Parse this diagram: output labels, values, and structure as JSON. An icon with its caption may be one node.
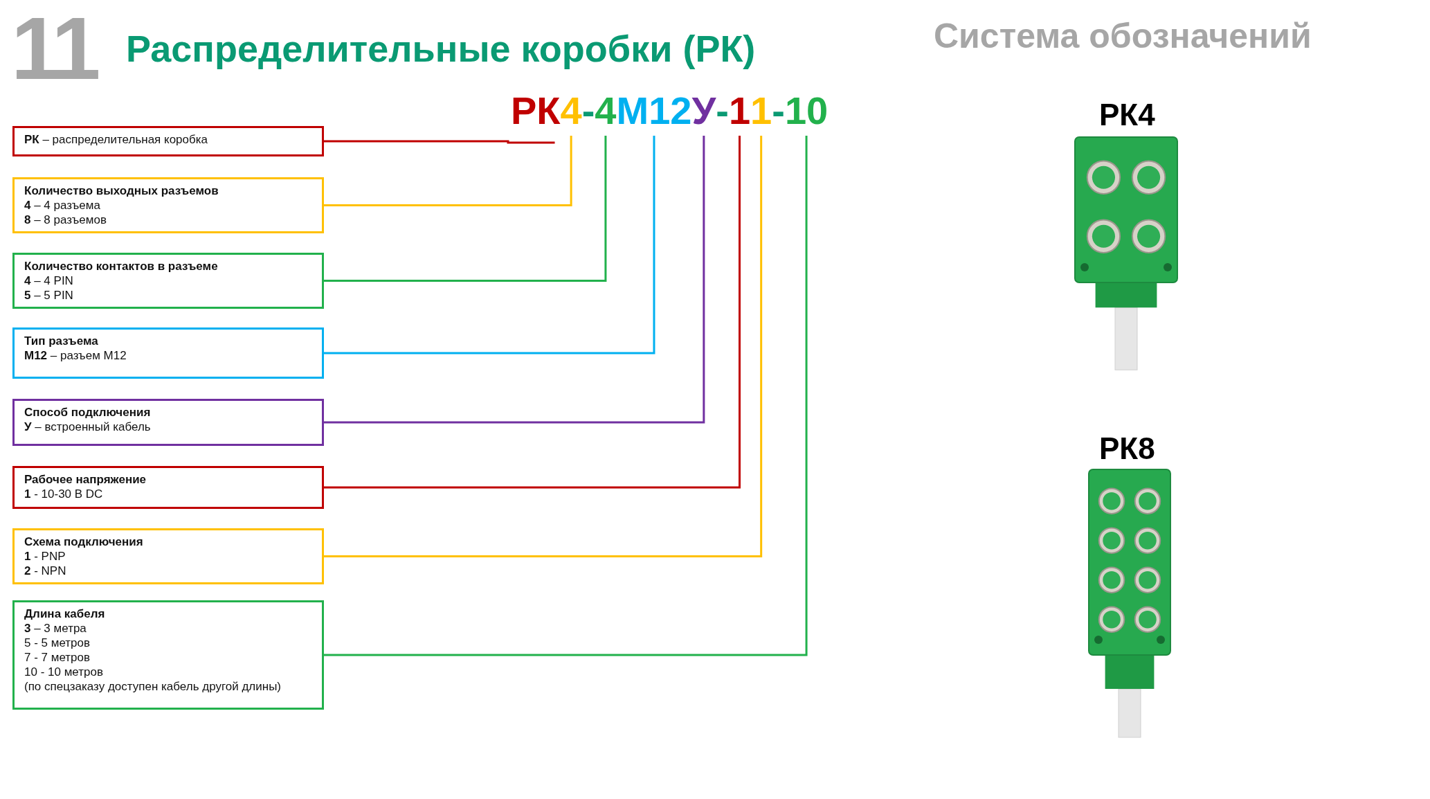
{
  "diagram": {
    "title": "Распределительные коробки (РК)",
    "nodes": [
      {
        "text": [
          "**РК** – распределительная коробка"
        ]
      },
      {
        "text": [
          "Количество выходных разъемов",
          "**4** – 4 разъема",
          "**8** – 8 разъемов"
        ]
      },
      {
        "text": [
          "Количество контактов в разъеме",
          "**4** – 4 PIN",
          "**5** – 5 PIN"
        ]
      },
      {
        "text": [
          "Тип разъема",
          "**М12** – разъем М12"
        ]
      },
      {
        "text": [
          "Способ подключения",
          "**У** – встроенный кабель"
        ]
      },
      {
        "text": [
          "Рабочее напряжение",
          "**1** - 10-30 В DC"
        ]
      },
      {
        "text": [
          "Схема подключения",
          "**1** - PNP",
          "**2** - NPN"
        ]
      },
      {
        "text": [
          "Длина кабеля",
          "**3** – 3 метра",
          "5 - 5 метров",
          "7 - 7 метров",
          "10 - 10 метров",
          "(по спецзаказу доступен кабель другой длины)"
        ]
      },
      {
        "text": [
          "РК"
        ]
      },
      {
        "text": [
          "4"
        ]
      },
      {
        "text": [
          "-"
        ]
      },
      {
        "text": [
          "4"
        ]
      },
      {
        "text": [
          "М12"
        ]
      },
      {
        "text": [
          "У"
        ]
      },
      {
        "text": [
          "-"
        ]
      },
      {
        "text": [
          "1"
        ]
      },
      {
        "text": [
          "1"
        ]
      },
      {
        "text": [
          "-"
        ]
      },
      {
        "text": [
          "10"
        ]
      }
    ],
    "edges": [
      {
        "from": 0,
        "to": 8,
        "arrow": "none",
        "color": "#c00000"
      },
      {
        "from": 1,
        "to": 9,
        "arrow": "none",
        "color": "#ffc000"
      },
      {
        "from": 2,
        "to": 11,
        "arrow": "none",
        "color": "#22b14c"
      },
      {
        "from": 3,
        "to": 12,
        "arrow": "none",
        "color": "#00b0f0"
      },
      {
        "from": 4,
        "to": 13,
        "arrow": "none",
        "color": "#7030a0"
      },
      {
        "from": 5,
        "to": 15,
        "arrow": "none",
        "color": "#c00000"
      },
      {
        "from": 6,
        "to": 16,
        "arrow": "none",
        "color": "#ffc000"
      },
      {
        "from": 7,
        "to": 18,
        "arrow": "none",
        "color": "#22b14c"
      }
    ],
    "labels": [
      "11",
      "Система обозначений",
      "РК4",
      "РК8"
    ]
  }
}
